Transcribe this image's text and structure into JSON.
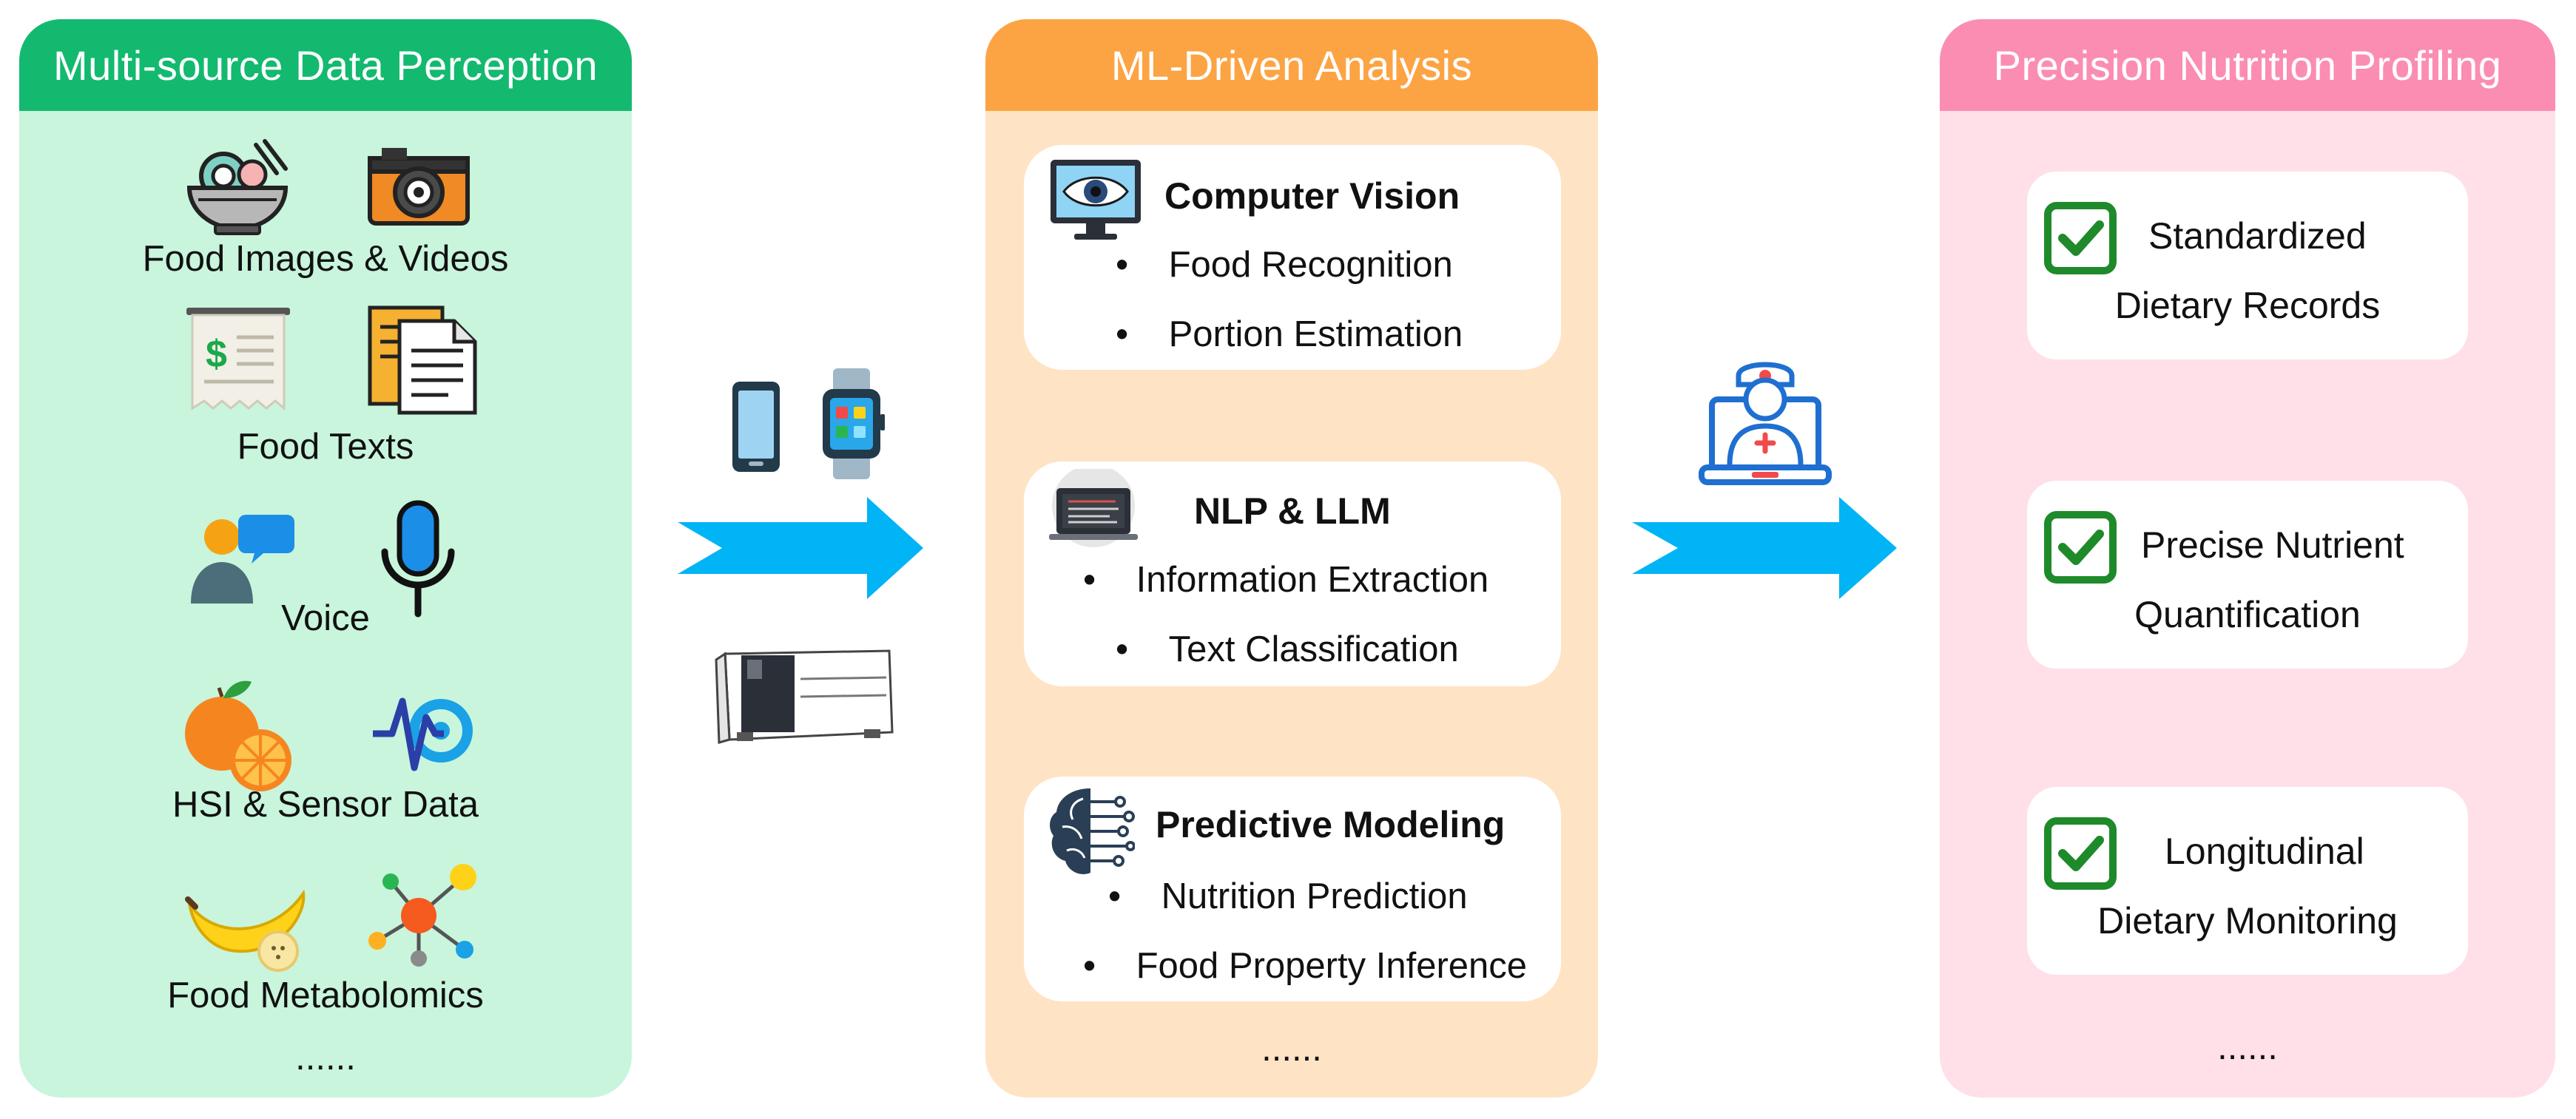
{
  "panels": {
    "perception": {
      "title": "Multi-source Data Perception",
      "sources": [
        {
          "label": "Food Images & Videos",
          "icons": [
            "food-bowl-icon",
            "camera-icon"
          ]
        },
        {
          "label": "Food Texts",
          "icons": [
            "receipt-icon",
            "document-icon"
          ]
        },
        {
          "label": "Voice",
          "icons": [
            "speaking-person-icon",
            "microphone-icon"
          ]
        },
        {
          "label": "HSI & Sensor Data",
          "icons": [
            "orange-fruit-icon",
            "sensor-signal-icon"
          ]
        },
        {
          "label": "Food Metabolomics",
          "icons": [
            "banana-icon",
            "molecule-icon"
          ]
        }
      ],
      "more": "......"
    },
    "analysis": {
      "title": "ML-Driven Analysis",
      "cards": [
        {
          "title": "Computer Vision",
          "icon": "monitor-eye-icon",
          "items": [
            "Food Recognition",
            "Portion Estimation"
          ]
        },
        {
          "title": "NLP & LLM",
          "icon": "laptop-code-icon",
          "items": [
            "Information Extraction",
            "Text Classification"
          ]
        },
        {
          "title": "Predictive Modeling",
          "icon": "brain-circuit-icon",
          "items": [
            "Nutrition Prediction",
            "Food Property Inference"
          ]
        }
      ],
      "more": "......"
    },
    "profiling": {
      "title": "Precision Nutrition Profiling",
      "cards": [
        {
          "line1": "Standardized",
          "line2": "Dietary Records",
          "icon": "checkmark-icon"
        },
        {
          "line1": "Precise Nutrient",
          "line2": "Quantification",
          "icon": "checkmark-icon"
        },
        {
          "line1": "Longitudinal",
          "line2": "Dietary Monitoring",
          "icon": "checkmark-icon"
        }
      ],
      "more": "......"
    }
  },
  "connectors": {
    "devices": [
      "smartphone-icon",
      "smartwatch-icon",
      "lab-instrument-icon"
    ],
    "expert": "doctor-laptop-icon"
  },
  "colors": {
    "perception_header": "#13b96f",
    "perception_bg": "#c8f5dc",
    "analysis_header": "#fca443",
    "analysis_bg": "#ffe3c5",
    "profiling_header": "#fb8db2",
    "profiling_bg": "#ffe0e8",
    "arrow": "#00b4f5",
    "check": "#1f8a2a"
  }
}
